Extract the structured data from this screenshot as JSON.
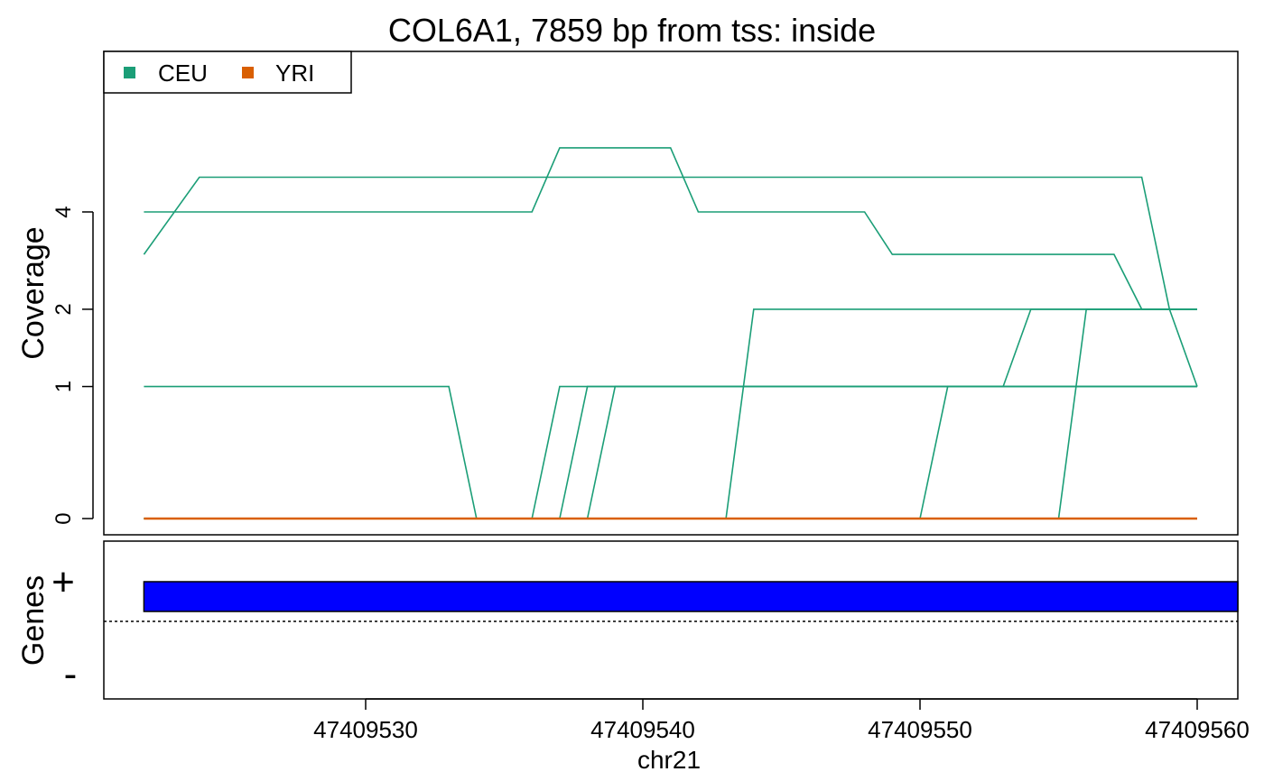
{
  "chart_data": [
    {
      "type": "line",
      "title": "COL6A1, 7859 bp from tss: inside",
      "ylabel": "Coverage",
      "xlabel": "chr21",
      "legend": {
        "placement": "top-left",
        "entries": [
          "CEU",
          "YRI"
        ]
      },
      "colors": {
        "CEU": "#1b9e77",
        "YRI": "#d95f02"
      },
      "x_range": [
        47409522,
        47409561.5
      ],
      "y_scale": "log1p",
      "y_ticks": [
        0,
        1,
        2,
        4
      ],
      "y_tick_labels": [
        "0",
        "1",
        "2",
        "4"
      ],
      "x_ticks": [
        47409530,
        47409540,
        47409550,
        47409560
      ],
      "x_tick_labels": [
        "47409530",
        "47409540",
        "47409550",
        "47409560"
      ],
      "series": [
        {
          "name": "CEU",
          "x": [
            47409522,
            47409524,
            47409558,
            47409559,
            47409560
          ],
          "values": [
            3,
            5,
            5,
            2,
            2
          ]
        },
        {
          "name": "CEU",
          "x": [
            47409522,
            47409536,
            47409537,
            47409541,
            47409542,
            47409548,
            47409549,
            47409557,
            47409558,
            47409559,
            47409560
          ],
          "values": [
            4,
            4,
            6,
            6,
            4,
            4,
            3,
            3,
            2,
            2,
            1
          ]
        },
        {
          "name": "CEU",
          "x": [
            47409522,
            47409533,
            47409534,
            47409536,
            47409537,
            47409560
          ],
          "values": [
            1,
            1,
            0,
            0,
            1,
            1
          ]
        },
        {
          "name": "CEU",
          "x": [
            47409522,
            47409537,
            47409538,
            47409560
          ],
          "values": [
            0,
            0,
            1,
            1
          ]
        },
        {
          "name": "CEU",
          "x": [
            47409522,
            47409538,
            47409539,
            47409560
          ],
          "values": [
            0,
            0,
            1,
            1
          ]
        },
        {
          "name": "CEU",
          "x": [
            47409522,
            47409543,
            47409544,
            47409560
          ],
          "values": [
            0,
            0,
            2,
            2
          ]
        },
        {
          "name": "CEU",
          "x": [
            47409522,
            47409550,
            47409551,
            47409553,
            47409554,
            47409560
          ],
          "values": [
            0,
            0,
            1,
            1,
            2,
            2
          ]
        },
        {
          "name": "CEU",
          "x": [
            47409522,
            47409555,
            47409556,
            47409560
          ],
          "values": [
            0,
            0,
            2,
            2
          ]
        },
        {
          "name": "YRI",
          "x": [
            47409522,
            47409560
          ],
          "values": [
            0,
            0
          ]
        }
      ]
    },
    {
      "type": "bar",
      "ylabel": "Genes",
      "strand_labels": [
        "+",
        "-"
      ],
      "gene_color": "#0000ff",
      "genes": [
        {
          "strand": "+",
          "start": 47409522,
          "end": 47409561.5
        }
      ]
    }
  ]
}
